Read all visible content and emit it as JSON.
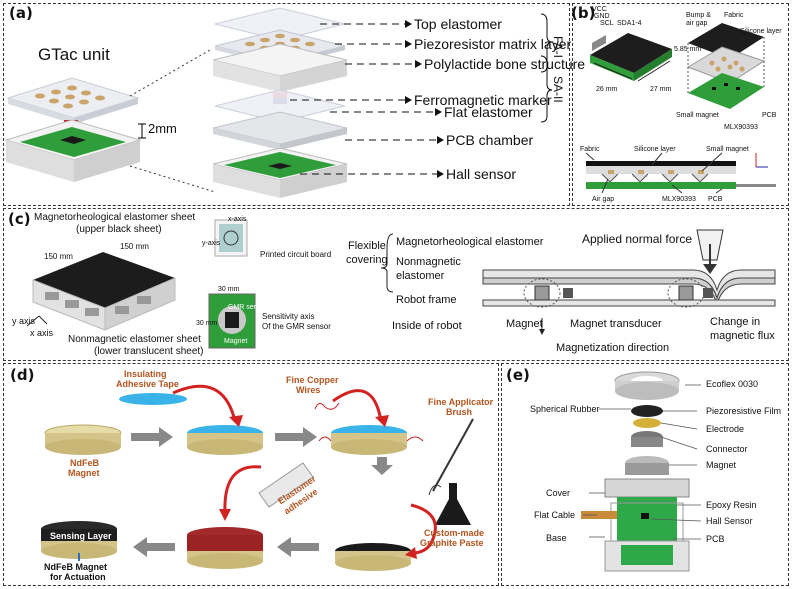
{
  "panel_a": {
    "tag": "(a)",
    "gtac_unit": "GTac unit",
    "dim_2mm": "2mm",
    "labels": [
      "Top elastomer",
      "Piezoresistor matrix layer",
      "Polylactide bone structure",
      "Ferromagnetic marker",
      "Flat elastomer",
      "PCB chamber",
      "Hall sensor"
    ],
    "brace_fai": "FA-I",
    "brace_saii": "SA-II"
  },
  "panel_b": {
    "tag": "(b)",
    "pins": [
      "VCC",
      "GND",
      "SCL",
      "SDA1-4"
    ],
    "bump": "Bump &",
    "air_gap_top": "air gap",
    "fabric": "Fabric",
    "silicone_layer": "Silicone layer",
    "dim_585": "5.85 mm",
    "dim_26": "26 mm",
    "dim_27": "27 mm",
    "small_magnet": "Small magnet",
    "mlx": "MLX90393",
    "pcb": "PCB",
    "sec_fabric": "Fabric",
    "sec_silicone": "Silicone layer",
    "sec_small_magnet": "Small magnet",
    "sec_air_gap": "Air gap",
    "sec_mlx": "MLX90393",
    "sec_pcb": "PCB"
  },
  "panel_c": {
    "tag": "(c)",
    "mre_sheet": "Magnetorheological elastomer sheet",
    "upper_black": "(upper black sheet)",
    "dim_150a": "150 mm",
    "dim_150b": "150 mm",
    "y_axis": "y axis",
    "x_axis": "x axis",
    "nonmag_sheet": "Nonmagnetic elastomer sheet",
    "lower_translucent": "(lower translucent sheet)",
    "xaxis_small": "x-axis",
    "yaxis_small": "y-axis",
    "pcb_label": "Printed circuit board",
    "dim_30a": "30 mm",
    "dim_30b": "30 mm",
    "gmr": "GMR sensor",
    "magnet_small": "Magnet",
    "sens_axis_1": "Sensitivity axis",
    "sens_axis_2": "Of the GMR sensor",
    "flexible": "Flexible",
    "covering": "covering",
    "mre": "Magnetorheological elastomer",
    "nonmag1": "Nonmagnetic",
    "nonmag2": "elastomer",
    "applied_force": "Applied normal force",
    "robot_frame": "Robot frame",
    "inside_robot": "Inside of robot",
    "magnet": "Magnet",
    "magnet_transducer": "Magnet transducer",
    "magnetization_dir": "Magnetization direction",
    "change_in": "Change in",
    "magnetic_flux": "magnetic flux"
  },
  "panel_d": {
    "tag": "(d)",
    "insulating_1": "Insulating",
    "insulating_2": "Adhesive Tape",
    "fine_copper_1": "Fine Copper",
    "fine_copper_2": "Wires",
    "ndfeb_1": "NdFeB",
    "ndfeb_2": "Magnet",
    "applicator_1": "Fine Applicator",
    "applicator_2": "Brush",
    "elastomer_adhesive_1": "Elastomer",
    "elastomer_adhesive_2": "adhesive",
    "custom_1": "Custom-made",
    "custom_2": "Graphite Paste",
    "sensing_layer": "Sensing Layer",
    "ndfeb_act_1": "NdFeB Magnet",
    "ndfeb_act_2": "for Actuation"
  },
  "panel_e": {
    "tag": "(e)",
    "ecoflex": "Ecoflex 0030",
    "spherical": "Spherical Rubber",
    "piezo_film": "Piezoresistive Film",
    "electrode": "Electrode",
    "connector": "Connector",
    "magnet": "Magnet",
    "cover": "Cover",
    "epoxy": "Epoxy Resin",
    "flat_cable": "Flat Cable",
    "hall": "Hall Sensor",
    "base": "Base",
    "pcb": "PCB"
  },
  "colors": {
    "green_pcb": "#2f9e3a",
    "black_sheet": "#1c1c1c",
    "gold": "#d4c48a",
    "blue_tape": "#3ab4e8",
    "red_arrow": "#d22222",
    "orange_text": "#b3541e"
  }
}
